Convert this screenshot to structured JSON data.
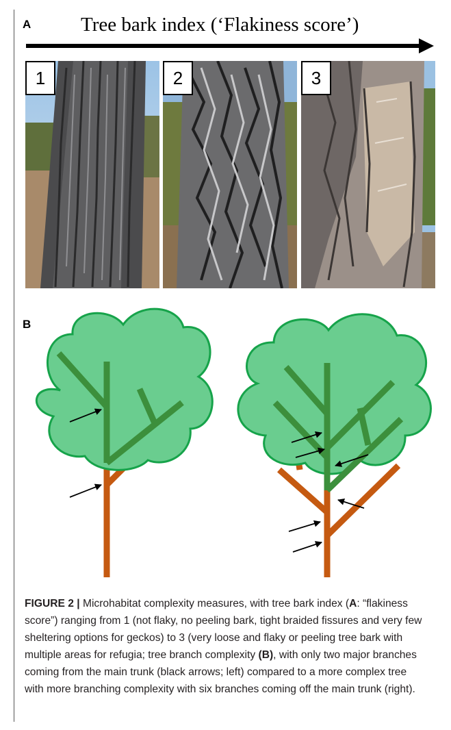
{
  "panel_a": {
    "label": "A",
    "title": "Tree bark index (‘Flakiness score’)",
    "photos": [
      {
        "number": "1"
      },
      {
        "number": "2"
      },
      {
        "number": "3"
      }
    ]
  },
  "panel_b": {
    "label": "B"
  },
  "caption": {
    "figure_label": "FIGURE 2 |",
    "t1": " Microhabitat complexity measures, with tree bark index (",
    "ref_a": "A",
    "t2": ": “flakiness score”) ranging from 1 (not flaky, no peeling bark, tight braided fissures and very few sheltering options for geckos) to 3 (very loose and flaky or peeling tree bark with multiple areas for refugia; tree branch complexity ",
    "ref_b": "(B)",
    "t3": ", with only two major branches coming from the main trunk (black arrows; left) compared to a more complex tree with more branching complexity with six branches coming off the main trunk (right)."
  },
  "colors": {
    "canopy_fill": "#6acd8f",
    "canopy_stroke": "#16a34a",
    "branch_green": "#3c8f3c",
    "trunk_orange": "#c55a11",
    "arrow": "#000000"
  }
}
